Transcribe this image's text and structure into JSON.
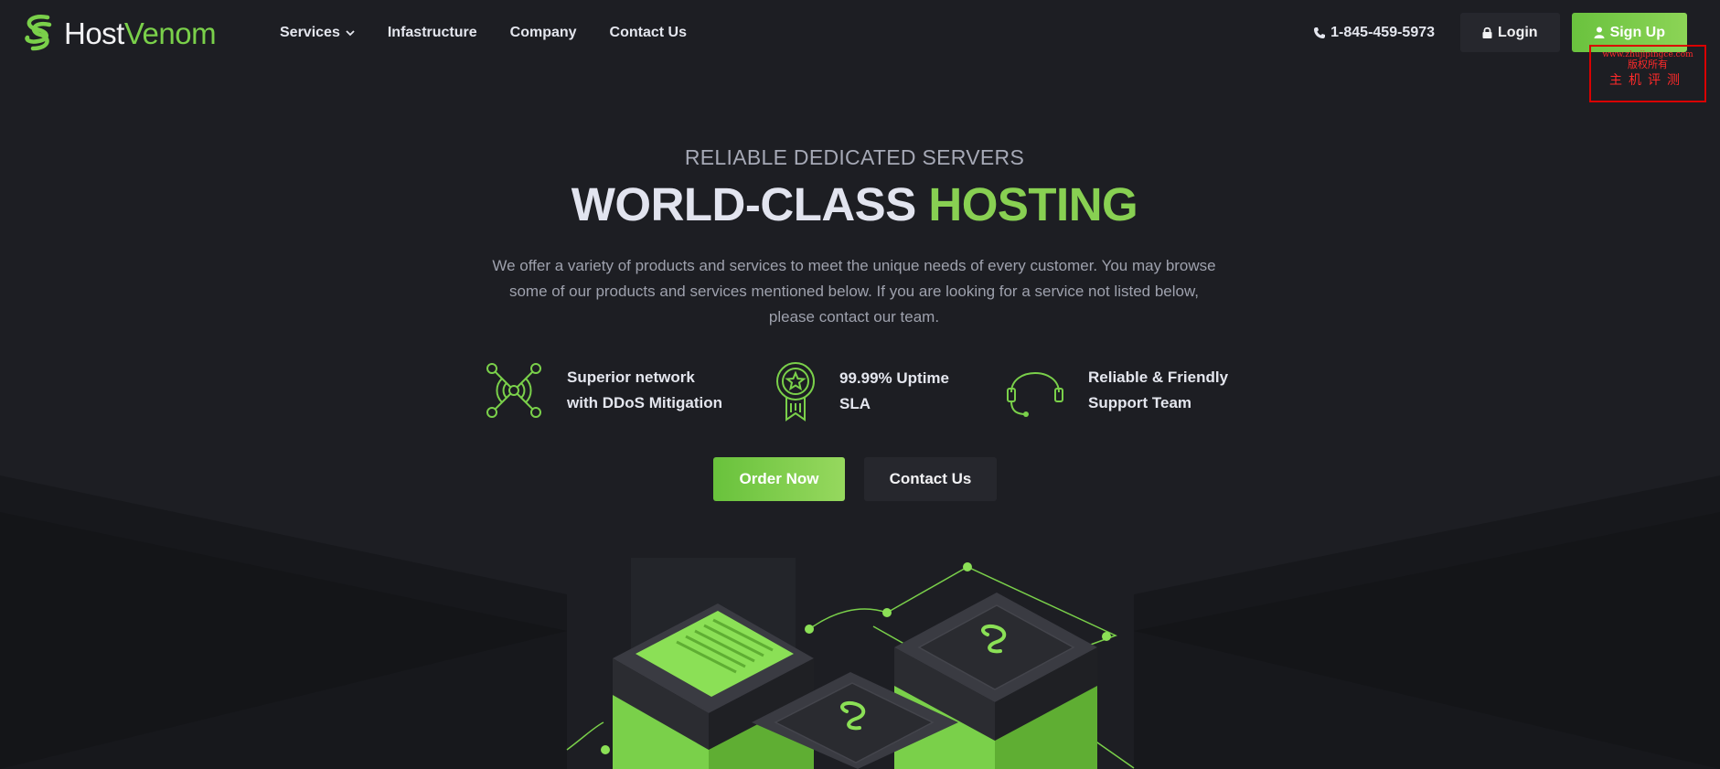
{
  "brand": {
    "name_part1": "Host",
    "name_part2": "Venom",
    "logo_icon": "snake-s-logo-icon",
    "accent_color": "#7ad04a"
  },
  "nav": {
    "items": [
      {
        "label": "Services",
        "has_dropdown": true
      },
      {
        "label": "Infastructure",
        "has_dropdown": false
      },
      {
        "label": "Company",
        "has_dropdown": false
      },
      {
        "label": "Contact Us",
        "has_dropdown": false
      }
    ],
    "phone": "1-845-459-5973",
    "login_label": "Login",
    "signup_label": "Sign Up"
  },
  "watermark": {
    "line1": "www.zhujipingce.com",
    "line2": "版权所有",
    "line3": "主机评测"
  },
  "hero": {
    "eyebrow": "RELIABLE DEDICATED SERVERS",
    "headline_part1": "WORLD-CLASS",
    "headline_part2": "HOSTING",
    "intro": "We offer a variety of products and services to meet the unique needs of every customer. You may browse some of our products and services mentioned below. If you are looking for a service not listed below, please contact our team.",
    "features": [
      {
        "icon": "network-ddos-icon",
        "line1": "Superior network",
        "line2": "with DDoS Mitigation"
      },
      {
        "icon": "award-badge-icon",
        "line1": "99.99% Uptime",
        "line2": "SLA"
      },
      {
        "icon": "headset-icon",
        "line1": "Reliable & Friendly",
        "line2": "Support Team"
      }
    ],
    "order_label": "Order Now",
    "contact_label": "Contact Us"
  },
  "colors": {
    "background": "#1d1e23",
    "green": "#88d052",
    "button_dark": "#26272d"
  }
}
